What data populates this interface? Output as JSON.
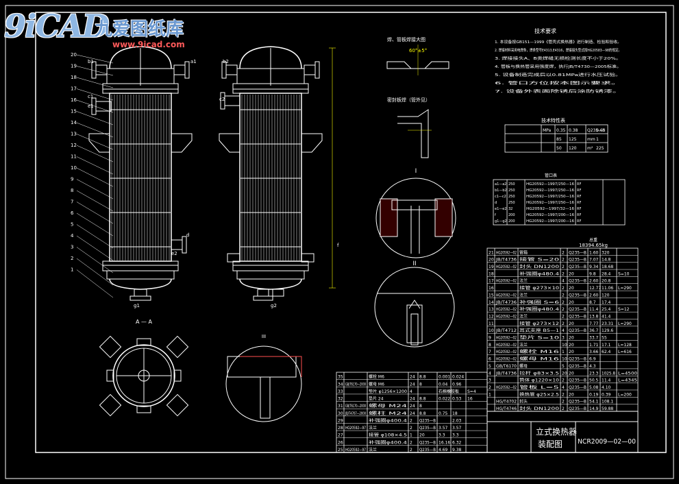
{
  "watermark": {
    "logo": "9iCAD",
    "site_cn": "九爱图纸库",
    "url": "www.9icad.com"
  },
  "views": {
    "section_aa": "A — A",
    "detail_1": "I",
    "detail_2": "II",
    "detail_3": "III",
    "weld_title": "焊、管板焊接大图",
    "weld_dim": "60°±5°",
    "seal_title": "密封板焊（管外见）"
  },
  "notes": {
    "heading": "技术要求",
    "lines": [
      "1. 本设备按GB151—1999《管壳式换热器》进行制造、检验和验收。",
      "2. 焊接材料采用电焊条，焊条型号E4313,E4316，焊接接头型式按HG20583—98的规定。",
      "3. 焊接接头A、B类焊缝无损检测长度不小于20%。",
      "4. 管板与换热管采用强度焊，执行JB/T4730—2005标准。",
      "5. 设备制造完成后以0.81MPa进行水压试验。",
      "6. 管口方位按本图示要求。",
      "7. 设备外表面除锈后涂防锈漆。"
    ]
  },
  "spec_table": {
    "title": "技术特性表",
    "rows": [
      [
        "",
        "MPa",
        "0.35",
        "0.38",
        "Q235—B",
        "0.65"
      ],
      [
        "",
        "",
        "85",
        "125",
        "mm",
        "1"
      ],
      [
        "",
        "",
        "50",
        "120",
        "m²",
        "225"
      ]
    ]
  },
  "nozzle_table": {
    "title": "管口表",
    "rows": [
      [
        "a1—a2",
        "250",
        "HG20592—1997/250—16",
        "RF"
      ],
      [
        "b1—b2",
        "250",
        "HG20592—1997/250—16",
        "RF"
      ],
      [
        "c1—c2",
        "250",
        "HG20592—1997/250—16",
        "RF"
      ],
      [
        "d",
        "250",
        "HG20592—1997/250—16",
        "RF"
      ],
      [
        "e1—e2",
        "32",
        "HG20592—1997/32—16",
        "RF"
      ],
      [
        "f",
        "200",
        "HG20592—1997/200—16",
        "RF"
      ],
      [
        "g1—g2",
        "200",
        "HG20592—1997/200—16",
        "RF"
      ]
    ]
  },
  "weight": {
    "label": "总重",
    "value": "18394.65kg"
  },
  "bom_right": [
    [
      "21",
      "HG20592—02",
      "管箱",
      "2",
      "Q235—B",
      "1.60",
      "320",
      ""
    ],
    [
      "20",
      "JB/T4736",
      "接管 S=20",
      "2",
      "Q235—B",
      "7.07",
      "14.8",
      ""
    ],
    [
      "19",
      "HG20592—02",
      "封头 DN1200",
      "2",
      "Q235—B",
      "9.34",
      "18.68",
      ""
    ],
    [
      "18",
      "",
      "补强圈φ480.4",
      "2",
      "20",
      "9.8",
      "28.4",
      "S=10"
    ],
    [
      "17",
      "HG20592—02",
      "法兰",
      "4",
      "Q235—B",
      "2.60",
      "20.8",
      ""
    ],
    [
      "16",
      "",
      "接管 φ273×10",
      "2",
      "20",
      "12.77",
      "11.06",
      "L=290"
    ],
    [
      "15",
      "HG20592—02",
      "法兰",
      "2",
      "Q235—B",
      "2.60",
      "120",
      ""
    ],
    [
      "14",
      "JB/T4736",
      "补强圈 S=6",
      "2",
      "20",
      "8.7",
      "17.4",
      ""
    ],
    [
      "13",
      "HG20592—02",
      "补强圈φ480.4",
      "2",
      "Q235—B",
      "11.4",
      "25.4",
      "S=12"
    ],
    [
      "12",
      "HG20592—02",
      "法兰",
      "2",
      "Q235—B",
      "13.8",
      "41.4",
      ""
    ],
    [
      "11",
      "",
      "接管 φ273×12",
      "2",
      "20",
      "7.77",
      "23.31",
      "L=290"
    ],
    [
      "10",
      "JB/T4712",
      "耳式支座 B5—1",
      "4",
      "Q235—B",
      "36.7",
      "129.6",
      ""
    ],
    [
      "9",
      "HG20592—02",
      "垫片 S=10",
      "3",
      "20",
      "33.7",
      "55",
      ""
    ],
    [
      "8",
      "HG20592—02",
      "法兰",
      "10",
      "20",
      "1.71",
      "17.1",
      "L=128"
    ],
    [
      "7",
      "HG20592—02",
      "螺栓 M16",
      "1",
      "20",
      "3.66",
      "62.4",
      "L=616"
    ],
    [
      "6",
      "HG20592—02",
      "螺母 M16",
      "10",
      "Q235—B",
      "6.9",
      "",
      ""
    ],
    [
      "5",
      "GB/T6170",
      "螺母",
      "5",
      "Q235—B",
      "4.3",
      "",
      ""
    ],
    [
      "4",
      "JB/T4736",
      "拉杆 φ83×3.5",
      "20",
      "20",
      "23.3",
      "1025.8",
      "L=4500"
    ],
    [
      "3",
      "",
      "筒体 φ1220×10",
      "2",
      "Q235—B",
      "50.5",
      "11.4",
      "L=4345"
    ],
    [
      "2",
      "HG20592—02",
      "管板 L=5",
      "4",
      "Q235—B",
      "5.08",
      "4.10",
      ""
    ],
    [
      "1",
      "",
      "换热管 φ25×2.5",
      "2",
      "20",
      "0.19",
      "0.39",
      "L=200"
    ],
    [
      "",
      "HG/T4702",
      "封头",
      "2",
      "Q235—B",
      "54.1",
      "108.1",
      ""
    ],
    [
      "",
      "HG/T4746",
      "封头 DN1200",
      "2",
      "Q235—B",
      "14.9",
      "59.88",
      ""
    ]
  ],
  "bom_left": [
    [
      "35",
      "",
      "螺栓 M6",
      "24",
      "8.8",
      "0.001",
      "0.024",
      ""
    ],
    [
      "34",
      "GB/T6170—2000",
      "螺母 M6",
      "24",
      "8",
      "0.04",
      "0.96",
      ""
    ],
    [
      "33",
      "",
      "垫片 φ1256×1200",
      "4",
      "",
      "石棉橡胶板",
      "",
      "S=4"
    ],
    [
      "32",
      "",
      "垫片 24",
      "24",
      "8.8",
      "0.022",
      "0.53",
      "16"
    ],
    [
      "31",
      "GB/T6170—2000",
      "螺母 M24",
      "24",
      "8",
      "",
      "",
      ""
    ],
    [
      "30",
      "JB/T4707—2000",
      "螺柱 M24",
      "24",
      "8.8",
      "0.75",
      "18",
      ""
    ],
    [
      "29",
      "",
      "补强圈φ400.4",
      "2",
      "Q235—B",
      "",
      "2.03",
      ""
    ],
    [
      "28",
      "HG20592—97",
      "法兰",
      "2",
      "Q235—B",
      "3.57",
      "3.57",
      ""
    ],
    [
      "27",
      "",
      "接管 φ108×4.5",
      "1",
      "20",
      "3.3",
      "3.3",
      ""
    ],
    [
      "26",
      "",
      "补强圈φ400.4",
      "2",
      "Q235—B",
      "16.16",
      "6.32",
      ""
    ],
    [
      "25",
      "HG20592—97",
      "法兰",
      "2",
      "Q235—B",
      "4.69",
      "9.38",
      ""
    ]
  ],
  "title_block": {
    "name": "立式换热器",
    "drawing_type": "装配图",
    "code": "NCR2009—02—00"
  },
  "part_labels": [
    "20",
    "19",
    "18",
    "17",
    "16",
    "15",
    "14",
    "13",
    "12",
    "11",
    "10",
    "9",
    "8",
    "7",
    "6",
    "5",
    "4",
    "3",
    "2",
    "1"
  ],
  "nozzle_labels": [
    "b1",
    "c1",
    "e1",
    "a1",
    "d",
    "e2",
    "b2",
    "c2",
    "f",
    "g1",
    "g2"
  ],
  "colors": {
    "line": "#ffffff",
    "highlight": "#ffff00",
    "hatch": "#ff5050",
    "watermark": "#8fb7e3"
  }
}
